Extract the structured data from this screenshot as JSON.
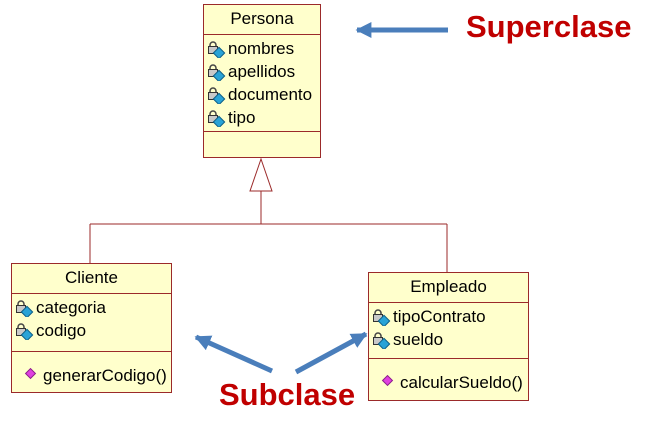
{
  "colors": {
    "class_fill": "#ffffcc",
    "class_border": "#9b2a2a",
    "line": "#9b2a2a",
    "arrow": "#4a7ebb",
    "label": "#c00000",
    "attr_icon": "attribute-lock-icon",
    "op_icon": "operation-icon"
  },
  "superclass": {
    "name": "Persona",
    "attributes": [
      "nombres",
      "apellidos",
      "documento",
      "tipo"
    ],
    "operations": []
  },
  "subclasses": [
    {
      "name": "Cliente",
      "attributes": [
        "categoria",
        "codigo"
      ],
      "operations": [
        "generarCodigo()"
      ]
    },
    {
      "name": "Empleado",
      "attributes": [
        "tipoContrato",
        "sueldo"
      ],
      "operations": [
        "calcularSueldo()"
      ]
    }
  ],
  "labels": {
    "superclass": "Superclase",
    "subclass": "Subclase"
  }
}
